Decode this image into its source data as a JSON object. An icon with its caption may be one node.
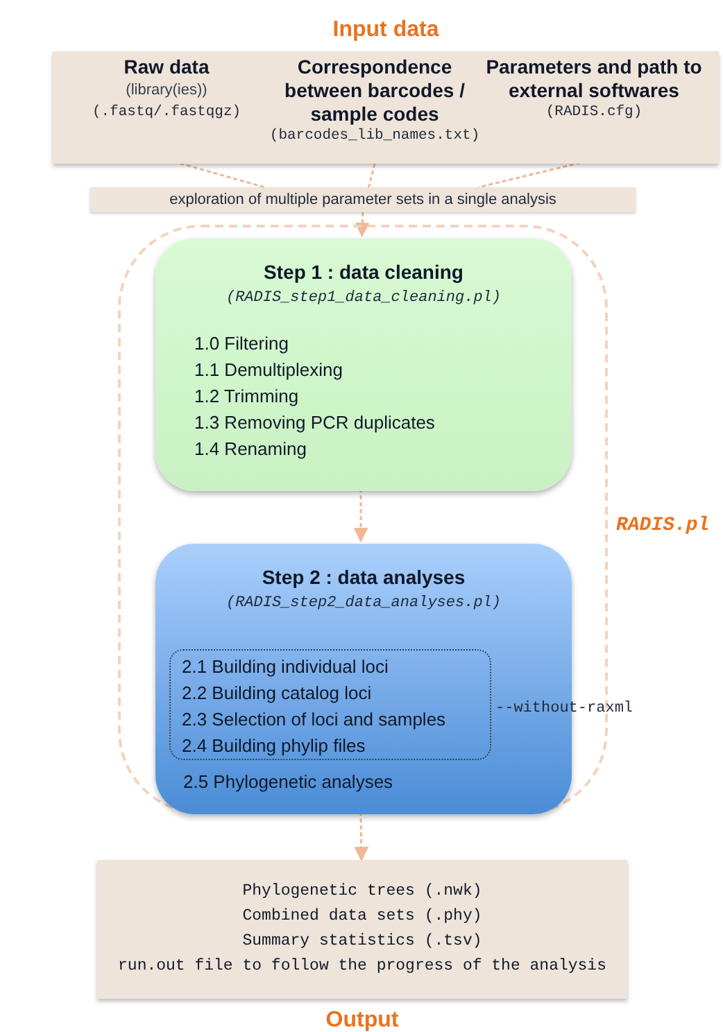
{
  "diagram": {
    "nodes": [
      {
        "text": [
          "Input data"
        ]
      },
      {
        "text": [
          "Raw data",
          "(library(ies))",
          "(.fastq/.fastqgz)"
        ],
        "in": 0
      },
      {
        "text": [
          "Correspondence between barcodes / sample codes",
          "(barcodes_lib_names.txt)"
        ],
        "in": 0
      },
      {
        "text": [
          "Parameters and path to external softwares",
          "(RADIS.cfg)"
        ],
        "in": 0
      },
      {
        "text": [
          "exploration of multiple parameter sets in a single analysis"
        ]
      },
      {
        "text": [
          "RADIS.pl"
        ]
      },
      {
        "text": [
          "Step 1 : data cleaning",
          "(RADIS_step1_data_cleaning.pl)",
          "1.0 Filtering",
          "1.1 Demultiplexing",
          "1.2 Trimming",
          "1.3 Removing PCR duplicates",
          "1.4 Renaming"
        ],
        "in": 5
      },
      {
        "text": [
          "Step 2 : data analyses",
          "(RADIS_step2_data_analyses.pl)",
          "2.5 Phylogenetic analyses"
        ],
        "in": 5
      },
      {
        "text": [
          "2.1 Building individual loci",
          "2.2 Building catalog loci",
          "2.3 Selection of loci and samples",
          "2.4 Building phylip files"
        ],
        "in": 7,
        "beside": [
          "--without-raxml"
        ]
      },
      {
        "text": [
          "Phylogenetic trees (.nwk)",
          "Combined data sets (.phy)",
          "Summary statistics (.tsv)",
          "run.out file to follow the progress of the analysis",
          "Output"
        ]
      }
    ],
    "edges": [
      {
        "from": 1,
        "to": 4,
        "arrow": "none",
        "style": "dashed"
      },
      {
        "from": 2,
        "to": 4,
        "arrow": "none",
        "style": "dashed"
      },
      {
        "from": 3,
        "to": 4,
        "arrow": "none",
        "style": "dashed"
      },
      {
        "from": 4,
        "to": 6,
        "arrow": "to",
        "style": "dashed"
      },
      {
        "from": 6,
        "to": 7,
        "arrow": "to",
        "style": "dashed"
      },
      {
        "from": 7,
        "to": 9,
        "arrow": "to",
        "style": "dashed"
      }
    ]
  }
}
